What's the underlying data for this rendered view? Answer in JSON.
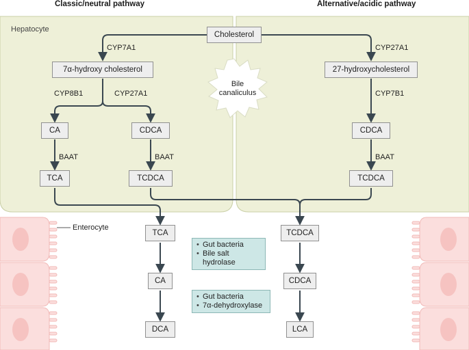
{
  "headers": {
    "left": "Classic/neutral pathway",
    "right": "Alternative/acidic pathway"
  },
  "cell_labels": {
    "hepatocyte": "Hepatocyte",
    "enterocyte": "Enterocyte"
  },
  "canaliculus": {
    "line1": "Bile",
    "line2": "canaliculus"
  },
  "nodes": {
    "cholesterol": "Cholesterol",
    "hydroxy7": "7α-hydroxy cholesterol",
    "hydroxy27": "27-hydroxycholesterol",
    "ca_liver": "CA",
    "cdca_liver": "CDCA",
    "cdca_alt": "CDCA",
    "tca_liver": "TCA",
    "tcdca_liver": "TCDCA",
    "tcdca_alt": "TCDCA",
    "tca_gut": "TCA",
    "tcdca_gut": "TCDCA",
    "ca_gut": "CA",
    "cdca_gut": "CDCA",
    "dca_gut": "DCA",
    "lca_gut": "LCA"
  },
  "enzymes": {
    "cyp7a1": "CYP7A1",
    "cyp27a1_alt": "CYP27A1",
    "cyp8b1": "CYP8B1",
    "cyp27a1": "CYP27A1",
    "cyp7b1": "CYP7B1",
    "baat_ca": "BAAT",
    "baat_cdca": "BAAT",
    "baat_alt": "BAAT"
  },
  "notes": {
    "hydrolase": [
      "Gut bacteria",
      "Bile salt hydrolase"
    ],
    "dehydroxylase": [
      "Gut bacteria",
      "7α-dehydroxylase"
    ]
  },
  "colors": {
    "hepatocyte_fill": "#eef0d8",
    "hepatocyte_stroke": "#c9cfa6",
    "enterocyte_fill": "#fbdedd",
    "enterocyte_stroke": "#f1b9b7",
    "nucleus": "#f6c3c1",
    "arrow": "#3a4750",
    "box_fill": "#eeeeee",
    "note_fill": "#cde7e6"
  }
}
